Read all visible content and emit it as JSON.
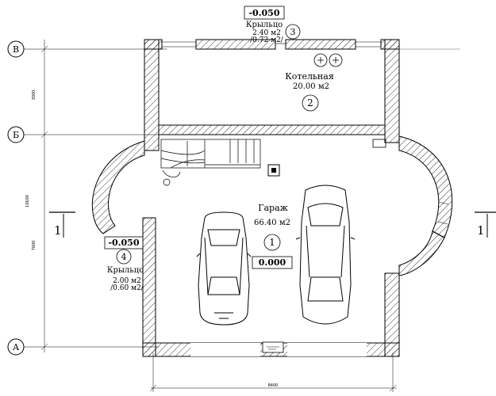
{
  "axes": {
    "v": "В",
    "b": "Б",
    "a": "А"
  },
  "dims": {
    "top": "3000",
    "bottom": "7600",
    "total": "10600",
    "width": "8400"
  },
  "section": {
    "left": "1",
    "right": "1"
  },
  "rooms": {
    "porch3": {
      "level": "-0.050",
      "name": "Крыльцо",
      "area": "2.40 м2",
      "area2": "/0.72 м2/",
      "num": "3"
    },
    "boiler": {
      "name": "Котельная",
      "area": "20.00 м2",
      "num": "2"
    },
    "garage": {
      "name": "Гараж",
      "area": "66.40 м2",
      "num": "1",
      "level": "0.000"
    },
    "porch4": {
      "level": "-0.050",
      "name": "Крыльцо",
      "area": "2.00 м2",
      "area2": "/0.60 м2/",
      "num": "4"
    }
  }
}
